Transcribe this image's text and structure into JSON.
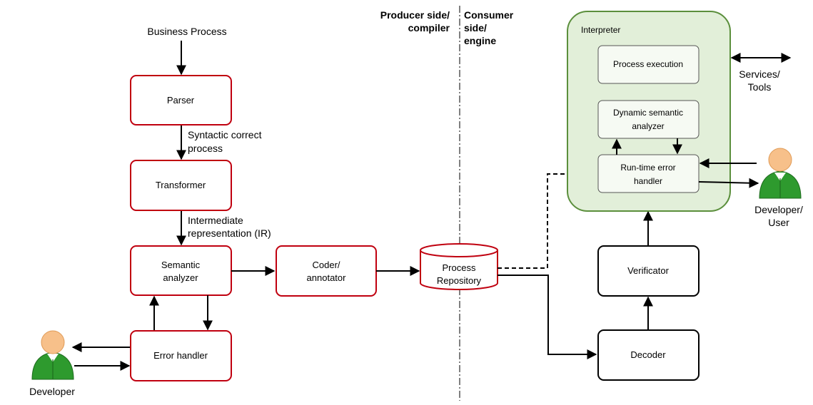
{
  "colors": {
    "compiler_border": "#c0000f",
    "engine_border": "#000000",
    "interpreter_fill": "#e2efd9",
    "interpreter_border": "#5b8f3c",
    "inner_fill": "#f6faf3",
    "actor_body": "#2e9a2e",
    "actor_head": "#f7c08a"
  },
  "inputs": {
    "business_process": "Business Process"
  },
  "divider": {
    "producer_line1": "Producer side/",
    "producer_line2": "compiler",
    "consumer_line1": "Consumer",
    "consumer_line2": "side/",
    "consumer_line3": "engine"
  },
  "compiler": {
    "parser": "Parser",
    "transformer": "Transformer",
    "semantic_line1": "Semantic",
    "semantic_line2": "analyzer",
    "error_handler": "Error handler",
    "coder_line1": "Coder/",
    "coder_line2": "annotator"
  },
  "edges": {
    "syntactic_line1": "Syntactic correct",
    "syntactic_line2": "process",
    "ir_line1": "Intermediate",
    "ir_line2": "representation (IR)"
  },
  "repository": {
    "line1": "Process",
    "line2": "Repository"
  },
  "engine": {
    "decoder": "Decoder",
    "verificator": "Verificator",
    "interpreter_title": "Interpreter",
    "process_execution": "Process execution",
    "dynamic_line1": "Dynamic semantic",
    "dynamic_line2": "analyzer",
    "runtime_line1": "Run-time error",
    "runtime_line2": "handler",
    "services_line1": "Services/",
    "services_line2": "Tools"
  },
  "actors": {
    "developer": "Developer",
    "developer_user_line1": "Developer/",
    "developer_user_line2": "User"
  }
}
